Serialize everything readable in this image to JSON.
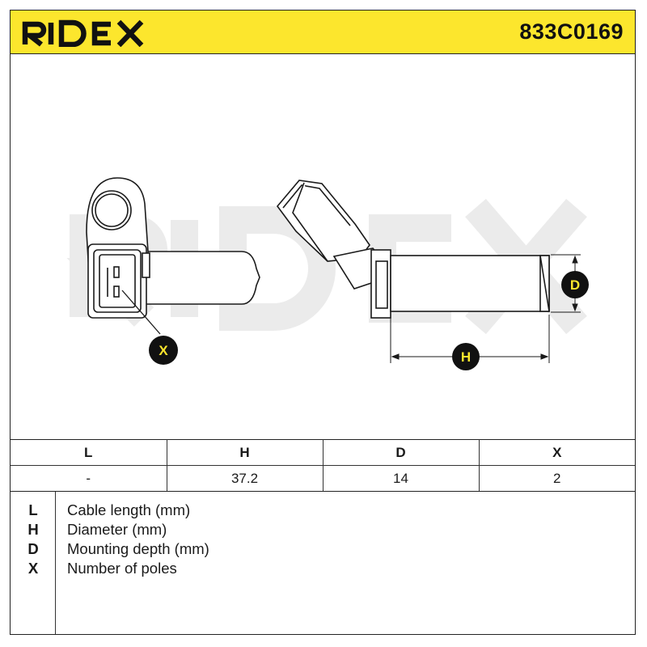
{
  "header": {
    "brand": "RIDEX",
    "part_number": "833C0169",
    "brand_color": "#fce62d"
  },
  "drawing": {
    "watermark": "RIDEX",
    "markers": {
      "x": "X",
      "d": "D",
      "h": "H"
    }
  },
  "dimensions_table": {
    "headers": [
      "L",
      "H",
      "D",
      "X"
    ],
    "values": [
      "-",
      "37.2",
      "14",
      "2"
    ]
  },
  "legend": [
    {
      "code": "L",
      "description": "Cable length (mm)"
    },
    {
      "code": "H",
      "description": "Diameter (mm)"
    },
    {
      "code": "D",
      "description": "Mounting depth (mm)"
    },
    {
      "code": "X",
      "description": "Number of poles"
    }
  ]
}
